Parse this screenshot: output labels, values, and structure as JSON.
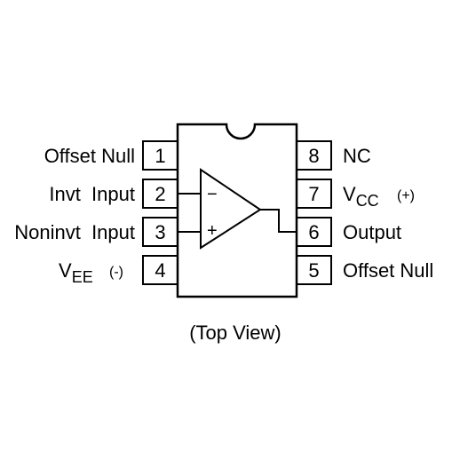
{
  "pins_left": [
    {
      "number": "1",
      "label": "Offset Null"
    },
    {
      "number": "2",
      "label": "Invt  Input"
    },
    {
      "number": "3",
      "label": "Noninvt  Input"
    },
    {
      "number": "4",
      "label_main": "V",
      "label_sub": "EE",
      "label_suffix": "(-)"
    }
  ],
  "pins_right": [
    {
      "number": "8",
      "label": "NC"
    },
    {
      "number": "7",
      "label_main": "V",
      "label_sub": "CC",
      "label_suffix": "(+)"
    },
    {
      "number": "6",
      "label": "Output"
    },
    {
      "number": "5",
      "label": "Offset Null"
    }
  ],
  "opamp": {
    "minus_sign": "−",
    "plus_sign": "+"
  },
  "caption": "(Top View)"
}
